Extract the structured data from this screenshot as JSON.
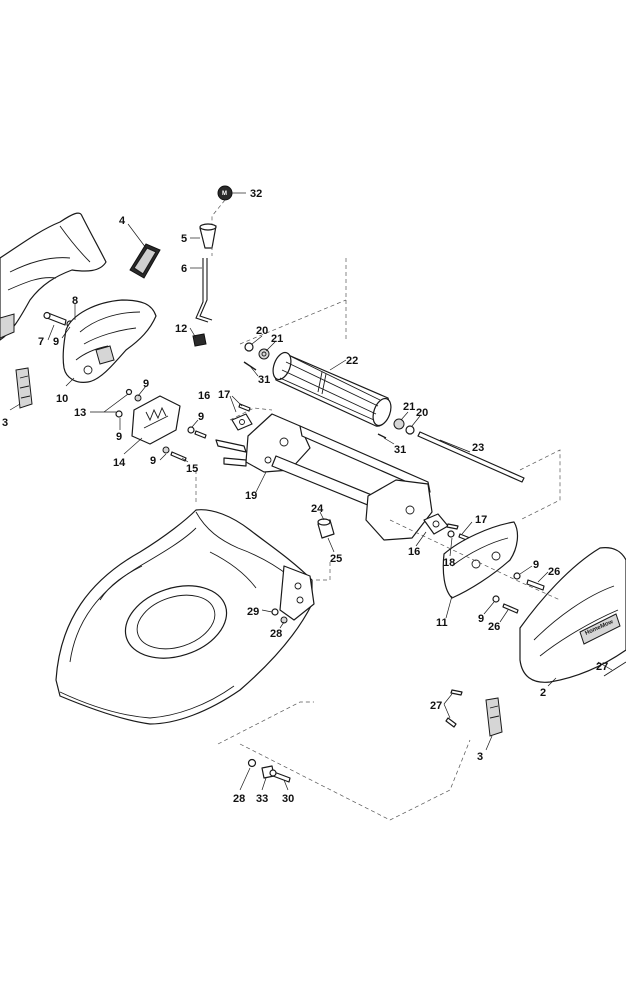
{
  "callouts": [
    {
      "id": "c32",
      "label": "32"
    },
    {
      "id": "c4",
      "label": "4"
    },
    {
      "id": "c5",
      "label": "5"
    },
    {
      "id": "c6",
      "label": "6"
    },
    {
      "id": "c8",
      "label": "8"
    },
    {
      "id": "c7",
      "label": "7"
    },
    {
      "id": "c9a",
      "label": "9"
    },
    {
      "id": "c12",
      "label": "12"
    },
    {
      "id": "c20a",
      "label": "20"
    },
    {
      "id": "c21a",
      "label": "21"
    },
    {
      "id": "c22",
      "label": "22"
    },
    {
      "id": "c31a",
      "label": "31"
    },
    {
      "id": "c10",
      "label": "10"
    },
    {
      "id": "c3a",
      "label": "3"
    },
    {
      "id": "c9b",
      "label": "9"
    },
    {
      "id": "c13",
      "label": "13"
    },
    {
      "id": "c16a",
      "label": "16"
    },
    {
      "id": "c17a",
      "label": "17"
    },
    {
      "id": "c21b",
      "label": "21"
    },
    {
      "id": "c20b",
      "label": "20"
    },
    {
      "id": "c9c",
      "label": "9"
    },
    {
      "id": "c9d",
      "label": "9"
    },
    {
      "id": "c31b",
      "label": "31"
    },
    {
      "id": "c23",
      "label": "23"
    },
    {
      "id": "c14",
      "label": "14"
    },
    {
      "id": "c9e",
      "label": "9"
    },
    {
      "id": "c15",
      "label": "15"
    },
    {
      "id": "c19",
      "label": "19"
    },
    {
      "id": "c24",
      "label": "24"
    },
    {
      "id": "c17b",
      "label": "17"
    },
    {
      "id": "c16b",
      "label": "16"
    },
    {
      "id": "c18",
      "label": "18"
    },
    {
      "id": "c25",
      "label": "25"
    },
    {
      "id": "c9f",
      "label": "9"
    },
    {
      "id": "c26a",
      "label": "26"
    },
    {
      "id": "c29",
      "label": "29"
    },
    {
      "id": "c28a",
      "label": "28"
    },
    {
      "id": "c11",
      "label": "11"
    },
    {
      "id": "c9g",
      "label": "9"
    },
    {
      "id": "c26b",
      "label": "26"
    },
    {
      "id": "c27a",
      "label": "27"
    },
    {
      "id": "c2",
      "label": "2"
    },
    {
      "id": "c27b",
      "label": "27"
    },
    {
      "id": "c3b",
      "label": "3"
    },
    {
      "id": "c28b",
      "label": "28"
    },
    {
      "id": "c33",
      "label": "33"
    },
    {
      "id": "c30",
      "label": "30"
    }
  ],
  "badge_text": "M",
  "logo_text": "HomeMow"
}
